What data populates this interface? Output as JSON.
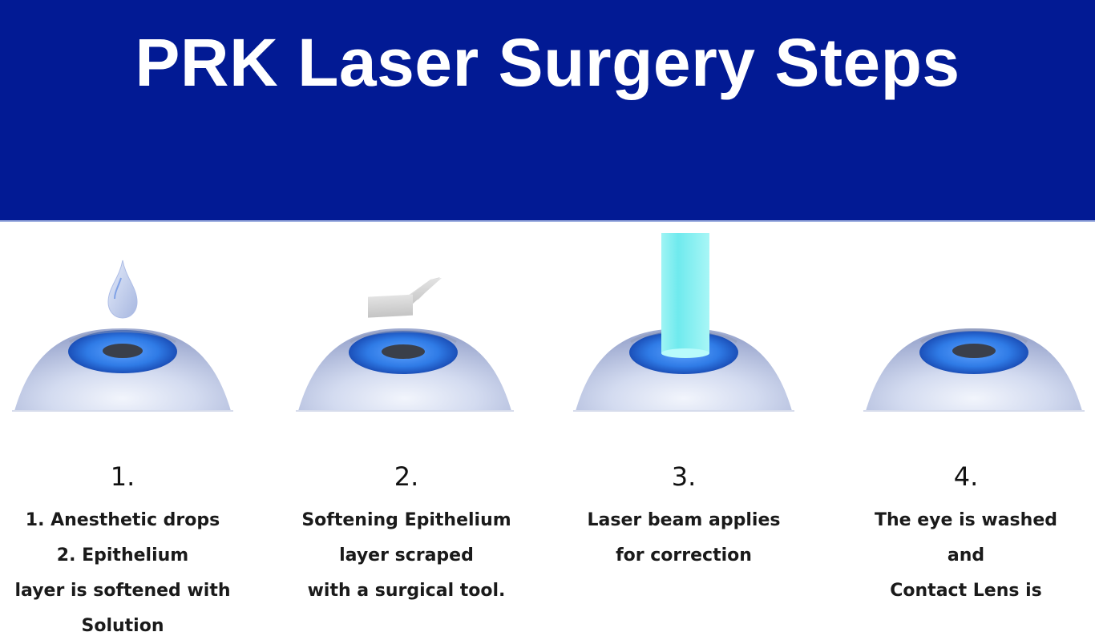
{
  "header": {
    "title": "PRK Laser Surgery Steps",
    "background_color": "#021a94",
    "text_color": "#ffffff"
  },
  "steps": [
    {
      "number": "1.",
      "illustration": "eye-with-anesthetic-drop",
      "icon": "droplet-icon",
      "lines": [
        "1. Anesthetic drops",
        "2. Epithelium",
        "layer is softened with",
        "Solution"
      ]
    },
    {
      "number": "2.",
      "illustration": "eye-with-surgical-scraper",
      "icon": "scraper-tool-icon",
      "lines": [
        "Softening Epithelium",
        "layer scraped",
        "with a surgical tool."
      ]
    },
    {
      "number": "3.",
      "illustration": "eye-with-laser-beam",
      "icon": "laser-beam-icon",
      "lines": [
        "Laser beam applies",
        "for correction"
      ]
    },
    {
      "number": "4.",
      "illustration": "eye-with-contact-lens",
      "icon": "contact-lens-icon",
      "lines": [
        "The eye is washed",
        "and",
        "Contact Lens is"
      ]
    }
  ],
  "colors": {
    "iris": "#2f7be6",
    "iris_dark": "#1b4fb8",
    "pupil": "#3a3f4a",
    "sclera": "#c9d3ec",
    "laser": "#7ff0f0"
  }
}
